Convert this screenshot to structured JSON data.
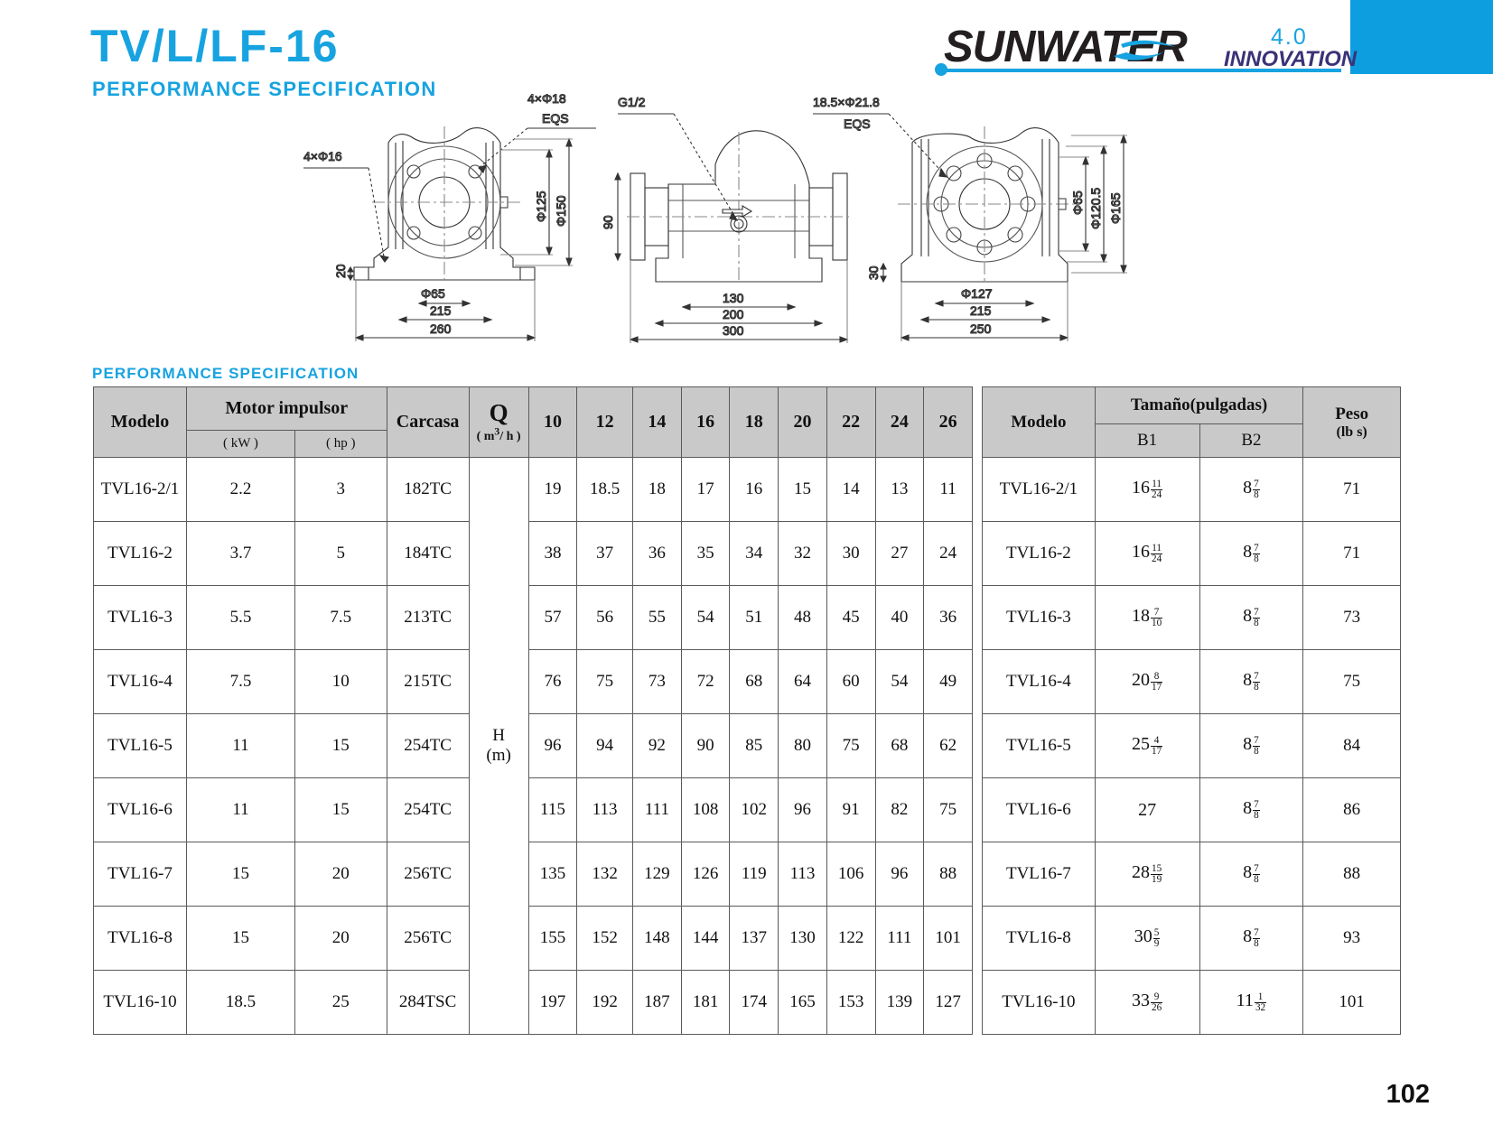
{
  "header": {
    "title": "TV/L/LF-16",
    "subtitle": "PERFORMANCE SPECIFICATION",
    "logo": {
      "brand": "SUNWATER",
      "tagline": "INNOVATION",
      "version": "4.0"
    },
    "accent_color": "#17a3e0",
    "logo_text_color": "#231f20",
    "tagline_color": "#3b3277"
  },
  "section": {
    "label": "PERFORMANCE SPECIFICATION"
  },
  "drawings": {
    "front_view": {
      "labels": [
        "4×Φ16",
        "4×Φ18",
        "EQS",
        "Φ125",
        "Φ150",
        "20",
        "Φ65",
        "215",
        "260"
      ]
    },
    "side_view": {
      "labels": [
        "G1/2",
        "90",
        "130",
        "200",
        "300"
      ]
    },
    "rear_view": {
      "labels": [
        "18.5×Φ21.8",
        "EQS",
        "Φ165",
        "Φ120.5",
        "Φ65",
        "30",
        "Φ127",
        "215",
        "250"
      ]
    }
  },
  "main_table": {
    "headers": {
      "modelo": "Modelo",
      "motor": "Motor impulsor",
      "kw": "( kW )",
      "hp": "( hp )",
      "carcasa": "Carcasa",
      "q_symbol": "Q",
      "q_unit_prefix": "( m",
      "q_unit_sup": "3",
      "q_unit_suffix": "/ h )",
      "h_symbol": "H",
      "h_unit": "(m)"
    },
    "flow_columns": [
      "10",
      "12",
      "14",
      "16",
      "18",
      "20",
      "22",
      "24",
      "26"
    ],
    "rows": [
      {
        "modelo": "TVL16-2/1",
        "kw": "2.2",
        "hp": "3",
        "carcasa": "182TC",
        "heads": [
          "19",
          "18.5",
          "18",
          "17",
          "16",
          "15",
          "14",
          "13",
          "11"
        ]
      },
      {
        "modelo": "TVL16-2",
        "kw": "3.7",
        "hp": "5",
        "carcasa": "184TC",
        "heads": [
          "38",
          "37",
          "36",
          "35",
          "34",
          "32",
          "30",
          "27",
          "24"
        ]
      },
      {
        "modelo": "TVL16-3",
        "kw": "5.5",
        "hp": "7.5",
        "carcasa": "213TC",
        "heads": [
          "57",
          "56",
          "55",
          "54",
          "51",
          "48",
          "45",
          "40",
          "36"
        ]
      },
      {
        "modelo": "TVL16-4",
        "kw": "7.5",
        "hp": "10",
        "carcasa": "215TC",
        "heads": [
          "76",
          "75",
          "73",
          "72",
          "68",
          "64",
          "60",
          "54",
          "49"
        ]
      },
      {
        "modelo": "TVL16-5",
        "kw": "11",
        "hp": "15",
        "carcasa": "254TC",
        "heads": [
          "96",
          "94",
          "92",
          "90",
          "85",
          "80",
          "75",
          "68",
          "62"
        ]
      },
      {
        "modelo": "TVL16-6",
        "kw": "11",
        "hp": "15",
        "carcasa": "254TC",
        "heads": [
          "115",
          "113",
          "111",
          "108",
          "102",
          "96",
          "91",
          "82",
          "75"
        ]
      },
      {
        "modelo": "TVL16-7",
        "kw": "15",
        "hp": "20",
        "carcasa": "256TC",
        "heads": [
          "135",
          "132",
          "129",
          "126",
          "119",
          "113",
          "106",
          "96",
          "88"
        ]
      },
      {
        "modelo": "TVL16-8",
        "kw": "15",
        "hp": "20",
        "carcasa": "256TC",
        "heads": [
          "155",
          "152",
          "148",
          "144",
          "137",
          "130",
          "122",
          "111",
          "101"
        ]
      },
      {
        "modelo": "TVL16-10",
        "kw": "18.5",
        "hp": "25",
        "carcasa": "284TSC",
        "heads": [
          "197",
          "192",
          "187",
          "181",
          "174",
          "165",
          "153",
          "139",
          "127"
        ]
      }
    ]
  },
  "size_table": {
    "headers": {
      "modelo": "Modelo",
      "tamano": "Tamaño(pulgadas)",
      "b1": "B1",
      "b2": "B2",
      "peso": "Peso",
      "peso_unit": "(lb s)"
    },
    "rows": [
      {
        "modelo": "TVL16-2/1",
        "b1_whole": "16",
        "b1_num": "11",
        "b1_den": "24",
        "b2_whole": "8",
        "b2_num": "7",
        "b2_den": "8",
        "peso": "71"
      },
      {
        "modelo": "TVL16-2",
        "b1_whole": "16",
        "b1_num": "11",
        "b1_den": "24",
        "b2_whole": "8",
        "b2_num": "7",
        "b2_den": "8",
        "peso": "71"
      },
      {
        "modelo": "TVL16-3",
        "b1_whole": "18",
        "b1_num": "7",
        "b1_den": "10",
        "b2_whole": "8",
        "b2_num": "7",
        "b2_den": "8",
        "peso": "73"
      },
      {
        "modelo": "TVL16-4",
        "b1_whole": "20",
        "b1_num": "8",
        "b1_den": "17",
        "b2_whole": "8",
        "b2_num": "7",
        "b2_den": "8",
        "peso": "75"
      },
      {
        "modelo": "TVL16-5",
        "b1_whole": "25",
        "b1_num": "4",
        "b1_den": "17",
        "b2_whole": "8",
        "b2_num": "7",
        "b2_den": "8",
        "peso": "84"
      },
      {
        "modelo": "TVL16-6",
        "b1_whole": "27",
        "b1_num": "",
        "b1_den": "",
        "b2_whole": "8",
        "b2_num": "7",
        "b2_den": "8",
        "peso": "86"
      },
      {
        "modelo": "TVL16-7",
        "b1_whole": "28",
        "b1_num": "15",
        "b1_den": "19",
        "b2_whole": "8",
        "b2_num": "7",
        "b2_den": "8",
        "peso": "88"
      },
      {
        "modelo": "TVL16-8",
        "b1_whole": "30",
        "b1_num": "5",
        "b1_den": "9",
        "b2_whole": "8",
        "b2_num": "7",
        "b2_den": "8",
        "peso": "93"
      },
      {
        "modelo": "TVL16-10",
        "b1_whole": "33",
        "b1_num": "9",
        "b1_den": "26",
        "b2_whole": "11",
        "b2_num": "1",
        "b2_den": "32",
        "peso": "101"
      }
    ]
  },
  "footer": {
    "page_number": "102"
  }
}
